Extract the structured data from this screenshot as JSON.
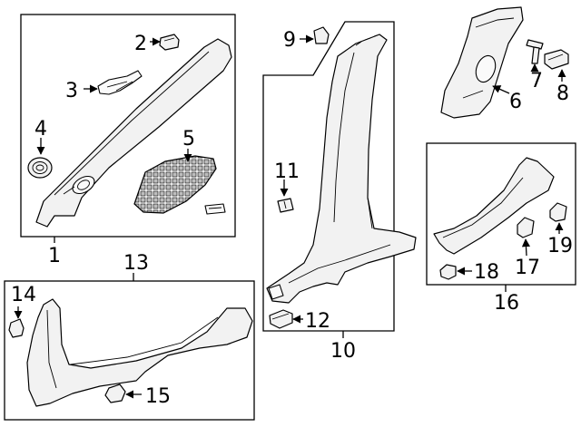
{
  "diagram": {
    "callouts": {
      "c1": "1",
      "c2": "2",
      "c3": "3",
      "c4": "4",
      "c5": "5",
      "c6": "6",
      "c7": "7",
      "c8": "8",
      "c9": "9",
      "c10": "10",
      "c11": "11",
      "c12": "12",
      "c13": "13",
      "c14": "14",
      "c15": "15",
      "c16": "16",
      "c17": "17",
      "c18": "18",
      "c19": "19"
    },
    "colors": {
      "line": "#000000",
      "part_fill": "#f2f2f2",
      "background": "#ffffff"
    }
  }
}
